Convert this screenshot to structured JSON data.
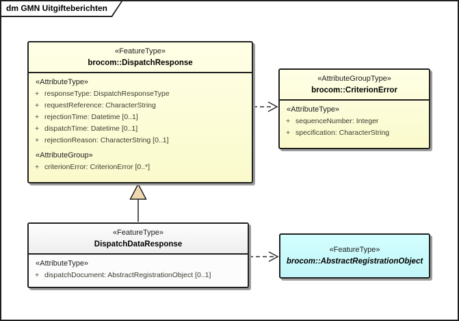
{
  "frame": {
    "title": "dm GMN Uitgifteberichten"
  },
  "colors": {
    "box_yellow": "#FAFACC",
    "box_gray": "#F2F2F2",
    "box_cyan": "#CCFFFF",
    "border": "#1f1f1f",
    "shadow": "#9e9e9e",
    "generalization_triangle_fill": "#EFD9B0",
    "attribute_text": "#3c3c30"
  },
  "classes": [
    {
      "stereotype": "«FeatureType»",
      "name": "brocom::DispatchResponse",
      "sections": [
        {
          "label": "«AttributeType»",
          "attributes": [
            {
              "vis": "+",
              "text": "responseType: DispatchResponseType"
            },
            {
              "vis": "+",
              "text": "requestReference: CharacterString"
            },
            {
              "vis": "+",
              "text": "rejectionTime: Datetime [0..1]"
            },
            {
              "vis": "+",
              "text": "dispatchTime: Datetime [0..1]"
            },
            {
              "vis": "+",
              "text": "rejectionReason: CharacterString [0..1]"
            }
          ]
        },
        {
          "label": "«AttributeGroup»",
          "attributes": [
            {
              "vis": "+",
              "text": "criterionError: CriterionError [0..*]"
            }
          ]
        }
      ]
    },
    {
      "stereotype": "«AttributeGroupType»",
      "name": "brocom::CriterionError",
      "sections": [
        {
          "label": "«AttributeType»",
          "attributes": [
            {
              "vis": "+",
              "text": "sequenceNumber: Integer"
            },
            {
              "vis": "+",
              "text": "specification: CharacterString"
            }
          ]
        }
      ]
    },
    {
      "stereotype": "«FeatureType»",
      "name": "DispatchDataResponse",
      "sections": [
        {
          "label": "«AttributeType»",
          "attributes": [
            {
              "vis": "+",
              "text": "dispatchDocument: AbstractRegistrationObject [0..1]"
            }
          ]
        }
      ]
    },
    {
      "stereotype": "«FeatureType»",
      "name": "brocom::AbstractRegistrationObject"
    }
  ]
}
